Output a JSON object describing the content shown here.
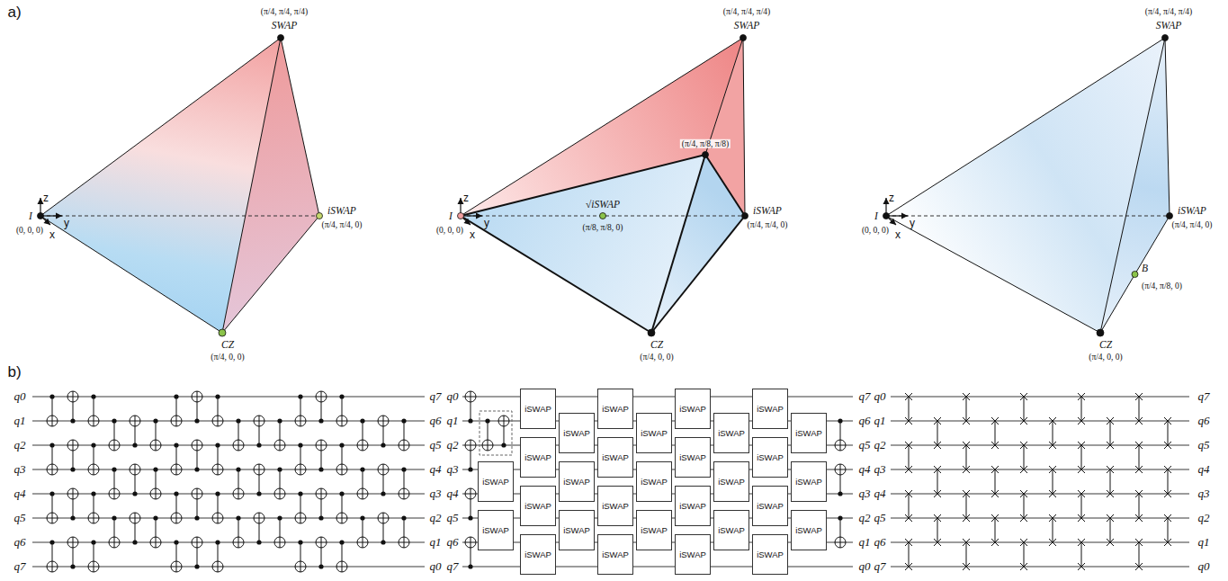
{
  "diagram": {
    "nodes": [
      {
        "text": [
          "iSWAP"
        ]
      },
      {
        "text": [
          "iSWAP"
        ]
      },
      {
        "text": [
          "iSWAP"
        ]
      },
      {
        "text": [
          "iSWAP"
        ]
      },
      {
        "text": [
          "iSWAP"
        ]
      },
      {
        "text": [
          "iSWAP"
        ]
      },
      {
        "text": [
          "iSWAP"
        ]
      },
      {
        "text": [
          "iSWAP"
        ]
      },
      {
        "text": [
          "iSWAP"
        ]
      },
      {
        "text": [
          "iSWAP"
        ]
      },
      {
        "text": [
          "iSWAP"
        ]
      },
      {
        "text": [
          "iSWAP"
        ]
      },
      {
        "text": [
          "iSWAP"
        ]
      },
      {
        "text": [
          "iSWAP"
        ]
      },
      {
        "text": [
          "iSWAP"
        ]
      },
      {
        "text": [
          "iSWAP"
        ]
      },
      {
        "text": [
          "iSWAP"
        ]
      },
      {
        "text": [
          "iSWAP"
        ]
      },
      {
        "text": [
          "iSWAP"
        ]
      },
      {
        "text": [
          "iSWAP"
        ]
      },
      {
        "text": [
          "iSWAP"
        ]
      },
      {
        "text": [
          "iSWAP"
        ]
      },
      {
        "text": [
          "iSWAP"
        ]
      },
      {
        "text": [
          "iSWAP"
        ]
      },
      {
        "text": [
          "iSWAP"
        ]
      },
      {
        "text": [
          "iSWAP"
        ]
      },
      {
        "text": [
          "iSWAP"
        ]
      },
      {
        "text": [
          "iSWAP"
        ]
      },
      {
        "text": [
          "iSWAP"
        ]
      },
      {
        "text": [
          "iSWAP"
        ]
      }
    ],
    "labels": [
      "a)",
      "z",
      "y",
      "x",
      "I",
      "(0, 0, 0)",
      "SWAP",
      "(π/4, π/4, π/4)",
      "iSWAP",
      "(π/4, π/4, 0)",
      "CZ",
      "(π/4, 0, 0)",
      "z",
      "y",
      "x",
      "I",
      "(0, 0, 0)",
      "SWAP",
      "(π/4, π/4, π/4)",
      "iSWAP",
      "(π/4, π/4, 0)",
      "CZ",
      "(π/4, 0, 0)",
      "√iSWAP",
      "(π/8, π/8, 0)",
      "(π/4, π/8, π/8)",
      "z",
      "y",
      "x",
      "I",
      "(0, 0, 0)",
      "SWAP",
      "(π/4, π/4, π/4)",
      "iSWAP",
      "(π/4, π/4, 0)",
      "CZ",
      "(π/4, 0, 0)",
      "B",
      "(π/4, π/8, 0)",
      "b)",
      "q0",
      "q1",
      "q2",
      "q3",
      "q4",
      "q5",
      "q6",
      "q7",
      "q7",
      "q6",
      "q5",
      "q4",
      "q3",
      "q2",
      "q1",
      "q0",
      "q0",
      "q1",
      "q2",
      "q3",
      "q4",
      "q5",
      "q6",
      "q7",
      "q7",
      "q6",
      "q5",
      "q4",
      "q3",
      "q2",
      "q1",
      "q0",
      "q0",
      "q1",
      "q2",
      "q3",
      "q4",
      "q5",
      "q6",
      "q7",
      "q7",
      "q6",
      "q5",
      "q4",
      "q3",
      "q2",
      "q1",
      "q0"
    ]
  }
}
